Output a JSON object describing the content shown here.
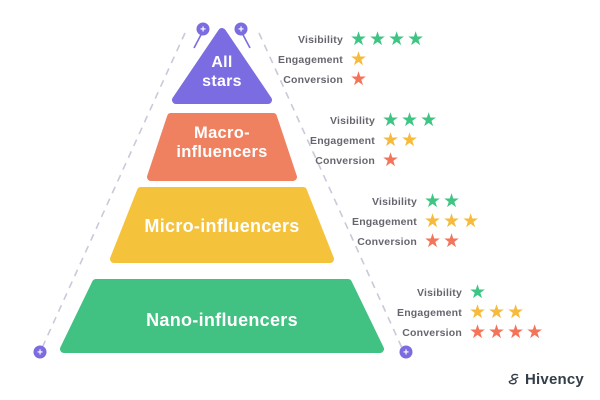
{
  "colors": {
    "tier_allstars": "#7b6ce2",
    "tier_macro": "#f08160",
    "tier_micro": "#f5c23c",
    "tier_nano": "#41c182",
    "star_green": "#3ec584",
    "star_yellow": "#f6ba3c",
    "star_orange": "#f4745a",
    "dashed_line": "#c9c9d9",
    "marker": "#7b6ce0",
    "logo_text": "#333e49"
  },
  "pyramid": {
    "tiers": [
      {
        "id": "allstars",
        "label_lines": [
          "All",
          "stars"
        ]
      },
      {
        "id": "macro",
        "label_lines": [
          "Macro-",
          "influencers"
        ]
      },
      {
        "id": "micro",
        "label_lines": [
          "Micro-influencers"
        ]
      },
      {
        "id": "nano",
        "label_lines": [
          "Nano-influencers"
        ]
      }
    ]
  },
  "markers": {
    "glyph": "+"
  },
  "ratings": {
    "star_glyph": "★",
    "groups": [
      {
        "tier": "allstars",
        "rows": [
          {
            "label": "Visibility",
            "stars": 4,
            "color_key": "star_green"
          },
          {
            "label": "Engagement",
            "stars": 1,
            "color_key": "star_yellow"
          },
          {
            "label": "Conversion",
            "stars": 1,
            "color_key": "star_orange"
          }
        ]
      },
      {
        "tier": "macro",
        "rows": [
          {
            "label": "Visibility",
            "stars": 3,
            "color_key": "star_green"
          },
          {
            "label": "Engagement",
            "stars": 2,
            "color_key": "star_yellow"
          },
          {
            "label": "Conversion",
            "stars": 1,
            "color_key": "star_orange"
          }
        ]
      },
      {
        "tier": "micro",
        "rows": [
          {
            "label": "Visibility",
            "stars": 2,
            "color_key": "star_green"
          },
          {
            "label": "Engagement",
            "stars": 3,
            "color_key": "star_yellow"
          },
          {
            "label": "Conversion",
            "stars": 2,
            "color_key": "star_orange"
          }
        ]
      },
      {
        "tier": "nano",
        "rows": [
          {
            "label": "Visibility",
            "stars": 1,
            "color_key": "star_green"
          },
          {
            "label": "Engagement",
            "stars": 3,
            "color_key": "star_yellow"
          },
          {
            "label": "Conversion",
            "stars": 4,
            "color_key": "star_orange"
          }
        ]
      }
    ]
  },
  "branding": {
    "logo_text": "Hivency"
  }
}
